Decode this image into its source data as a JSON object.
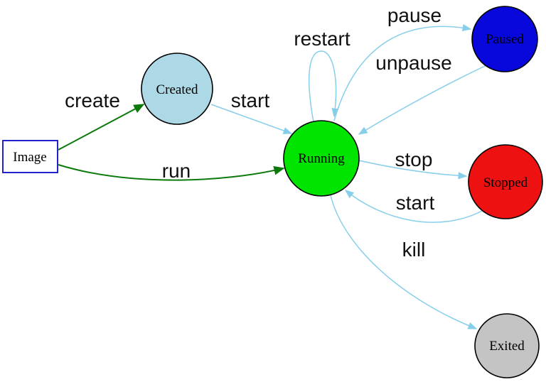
{
  "diagram": {
    "type": "state-diagram",
    "description": "Container lifecycle state diagram",
    "colors": {
      "edge_light": "#87ceeb",
      "edge_dark": "#0b7a0b",
      "node_border": "#000000",
      "background": "#ffffff"
    },
    "nodes": [
      {
        "id": "image",
        "label": "Image",
        "shape": "rectangle",
        "fill": "#ffffff",
        "border": "#2323cb"
      },
      {
        "id": "created",
        "label": "Created",
        "shape": "circle",
        "fill": "#add8e6",
        "border": "#000000"
      },
      {
        "id": "running",
        "label": "Running",
        "shape": "circle",
        "fill": "#00e400",
        "border": "#000000"
      },
      {
        "id": "paused",
        "label": "Paused",
        "shape": "circle",
        "fill": "#0808dd",
        "border": "#000000"
      },
      {
        "id": "stopped",
        "label": "Stopped",
        "shape": "circle",
        "fill": "#ee1111",
        "border": "#000000"
      },
      {
        "id": "exited",
        "label": "Exited",
        "shape": "circle",
        "fill": "#c4c4c4",
        "border": "#000000"
      }
    ],
    "edges": [
      {
        "from": "image",
        "to": "created",
        "label": "create",
        "color": "#0b7a0b"
      },
      {
        "from": "image",
        "to": "running",
        "label": "run",
        "color": "#0b7a0b"
      },
      {
        "from": "created",
        "to": "running",
        "label": "start",
        "color": "#87ceeb"
      },
      {
        "from": "running",
        "to": "running",
        "label": "restart",
        "color": "#87ceeb"
      },
      {
        "from": "running",
        "to": "paused",
        "label": "pause",
        "color": "#87ceeb"
      },
      {
        "from": "paused",
        "to": "running",
        "label": "unpause",
        "color": "#87ceeb"
      },
      {
        "from": "running",
        "to": "stopped",
        "label": "stop",
        "color": "#87ceeb"
      },
      {
        "from": "stopped",
        "to": "running",
        "label": "start",
        "color": "#87ceeb"
      },
      {
        "from": "running",
        "to": "exited",
        "label": "kill",
        "color": "#87ceeb"
      }
    ]
  }
}
